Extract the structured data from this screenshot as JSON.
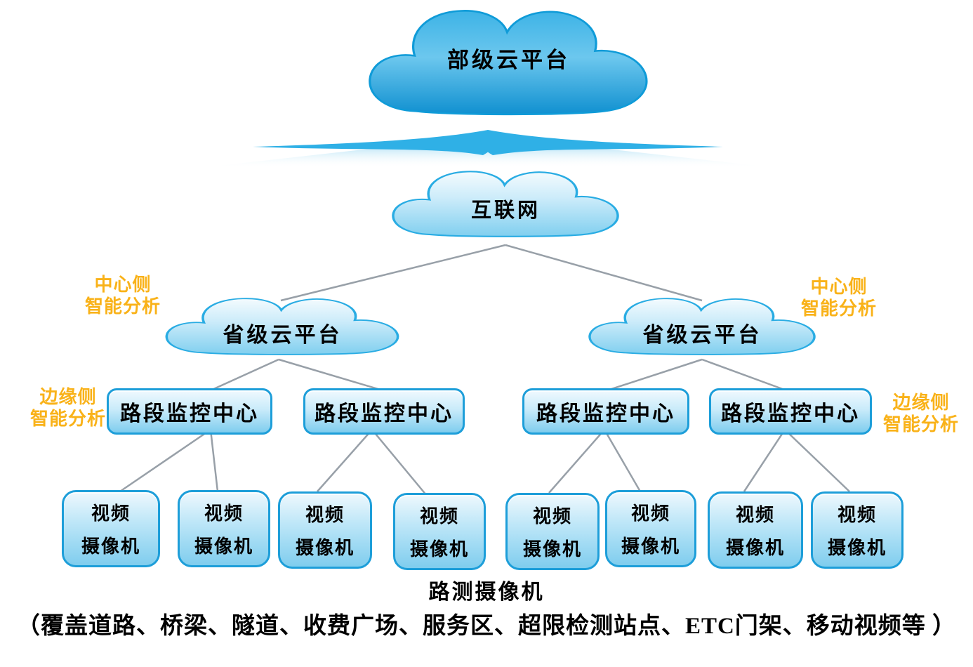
{
  "diagram": {
    "top_cloud": {
      "label": "部级云平台"
    },
    "internet_cloud": {
      "label": "互联网"
    },
    "provincial_clouds": [
      {
        "label": "省级云平台"
      },
      {
        "label": "省级云平台"
      }
    ],
    "side_labels": {
      "center_left": {
        "line1": "中心侧",
        "line2": "智能分析"
      },
      "center_right": {
        "line1": "中心侧",
        "line2": "智能分析"
      },
      "edge_left": {
        "line1": "边缘侧",
        "line2": "智能分析"
      },
      "edge_right": {
        "line1": "边缘侧",
        "line2": "智能分析"
      }
    },
    "monitor_centers": [
      {
        "label": "路段监控中心"
      },
      {
        "label": "路段监控中心"
      },
      {
        "label": "路段监控中心"
      },
      {
        "label": "路段监控中心"
      }
    ],
    "cameras": [
      {
        "line1": "视频",
        "line2": "摄像机"
      },
      {
        "line1": "视频",
        "line2": "摄像机"
      },
      {
        "line1": "视频",
        "line2": "摄像机"
      },
      {
        "line1": "视频",
        "line2": "摄像机"
      },
      {
        "line1": "视频",
        "line2": "摄像机"
      },
      {
        "line1": "视频",
        "line2": "摄像机"
      },
      {
        "line1": "视频",
        "line2": "摄像机"
      },
      {
        "line1": "视频",
        "line2": "摄像机"
      }
    ],
    "captions": {
      "title": "路测摄像机",
      "subtitle": "（覆盖道路、桥梁、隧道、收费广场、服务区、超限检测站点、ETC门架、移动视频等 ）"
    },
    "colors": {
      "big_cloud_top": "#53bfe9",
      "big_cloud_bottom": "#1090d0",
      "light_cloud_top": "#f2fafe",
      "light_cloud_bottom": "#8fd4f0",
      "cloud_border": "#1aa3e0",
      "box_top": "#eef8fd",
      "box_bottom": "#7fcdee",
      "box_border": "#1d9ed9",
      "label_yellow": "#f9b219",
      "connector_gray": "#98a0a8",
      "text_black": "#000000"
    }
  }
}
